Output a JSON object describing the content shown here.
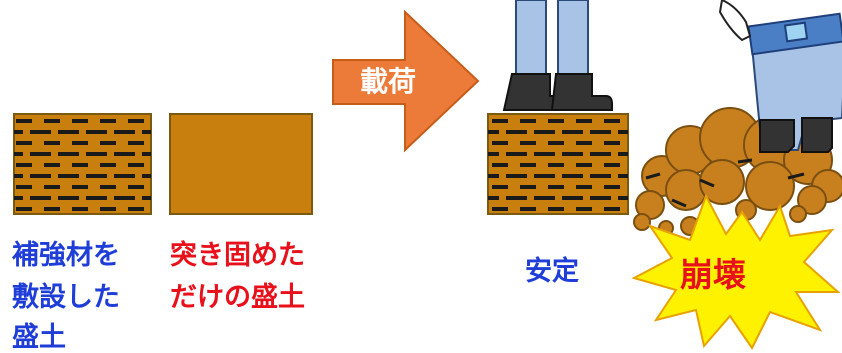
{
  "reinforced_label": [
    "補強材を",
    "敷設した",
    "盛土"
  ],
  "compacted_label": [
    "突き固めた",
    "だけの盛土"
  ],
  "arrow_label": "載荷",
  "stable_label": "安定",
  "collapse_label": "崩壊",
  "colors": {
    "soil": "#c87f0e",
    "soil_border": "#7a5a10",
    "reinforcement": "#1a1a1a",
    "arrow": "#ec7a38",
    "burst": "#fff200",
    "blue_text": "#1f3ed8",
    "red_text": "#e8101a",
    "pants": "#a9c3e6",
    "boots": "#333333",
    "rubble": "#c8801f"
  }
}
